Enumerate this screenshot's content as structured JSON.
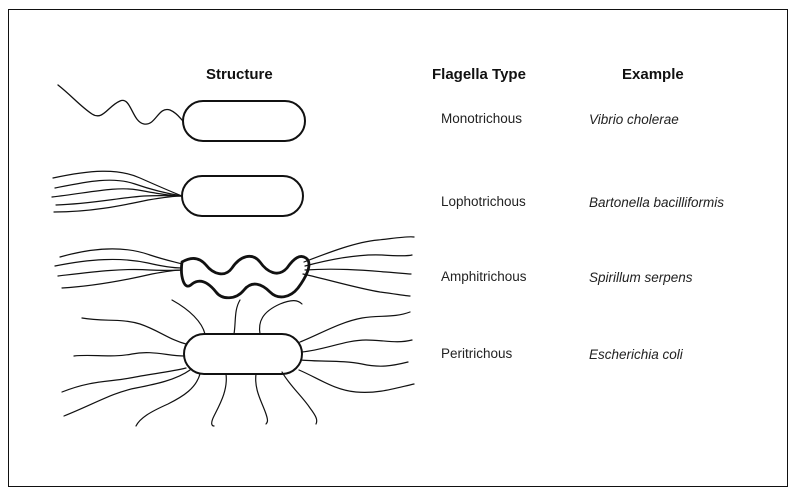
{
  "headers": {
    "structure": "Structure",
    "flagella_type": "Flagella Type",
    "example": "Example"
  },
  "rows": [
    {
      "type": "Monotrichous",
      "example": "Vibrio cholerae"
    },
    {
      "type": "Lophotrichous",
      "example": "Bartonella bacilliformis"
    },
    {
      "type": "Amphitrichous",
      "example": "Spirillum serpens"
    },
    {
      "type": "Peritrichous",
      "example": "Escherichia coli"
    }
  ]
}
